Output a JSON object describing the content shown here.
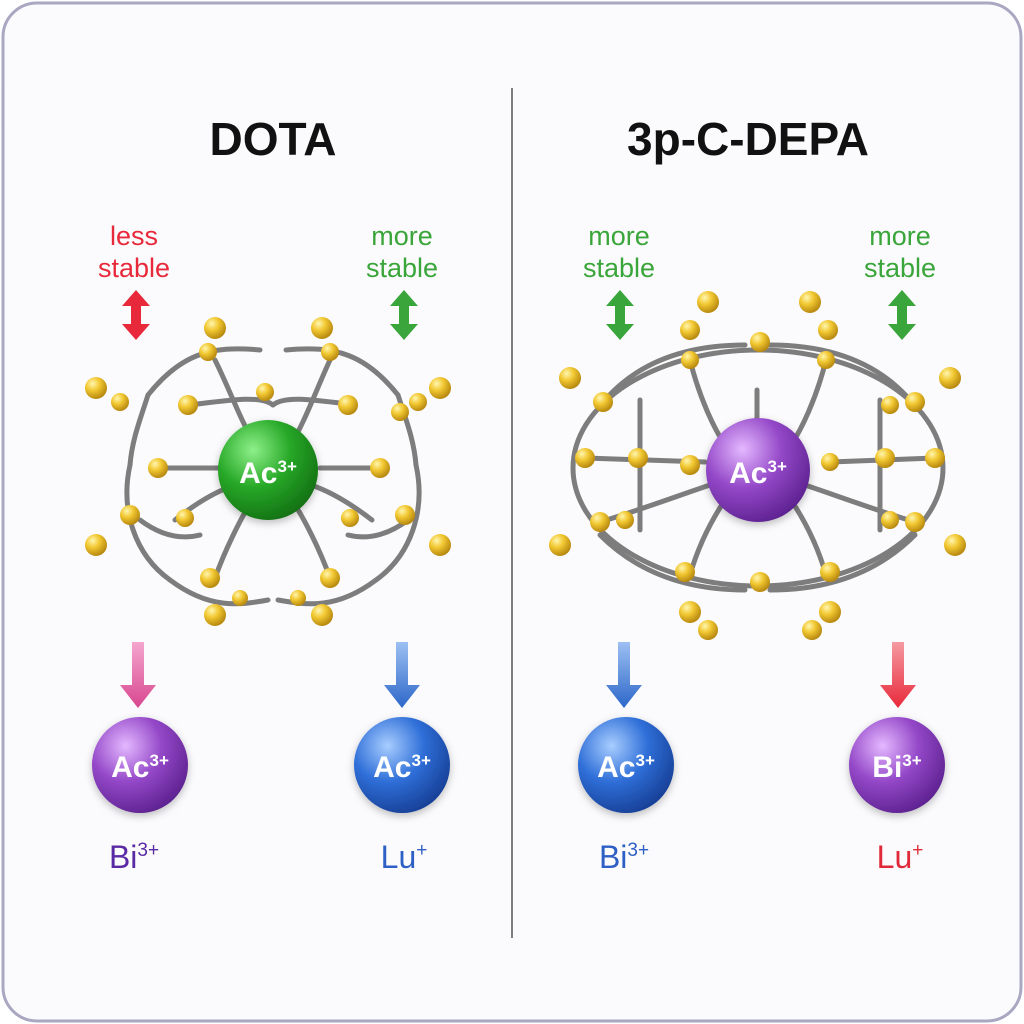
{
  "panels": [
    {
      "title": "DOTA",
      "left_label": {
        "line1": "less",
        "line2": "stable"
      },
      "right_label": {
        "line1": "more",
        "line2": "stable"
      },
      "central_ion": "Ac",
      "central_ion_charge": "3+",
      "ions": [
        {
          "symbol": "Ac",
          "charge": "3+",
          "caption_base": "Bi",
          "caption_charge": "3+"
        },
        {
          "symbol": "Ac",
          "charge": "3+",
          "caption_base": "Lu",
          "caption_charge": "+"
        }
      ]
    },
    {
      "title": "3p-C-DEPA",
      "left_label": {
        "line1": "more",
        "line2": "stable"
      },
      "right_label": {
        "line1": "more",
        "line2": "stable"
      },
      "central_ion": "Ac",
      "central_ion_charge": "3+",
      "ions": [
        {
          "symbol": "Ac",
          "charge": "3+",
          "caption_base": "Bi",
          "caption_charge": "3+"
        },
        {
          "symbol": "Bi",
          "charge": "3+",
          "caption_base": "Lu",
          "caption_charge": "+"
        }
      ]
    }
  ],
  "colors": {
    "red": "#e8293b",
    "green": "#3aa53a",
    "magenta": "#d8478f",
    "blue": "#2d67c9",
    "purple_text": "#5a2aa5",
    "blue_text": "#2d5fc4",
    "red_text": "#e02a3a",
    "atom_yellow": "#f2c832",
    "bond_gray": "#7d7d7d",
    "sphere_green": "#2fae2f",
    "sphere_purple": "#9a4cc9",
    "sphere_blue": "#2f6fd8",
    "frame": "#a9a7c2"
  }
}
